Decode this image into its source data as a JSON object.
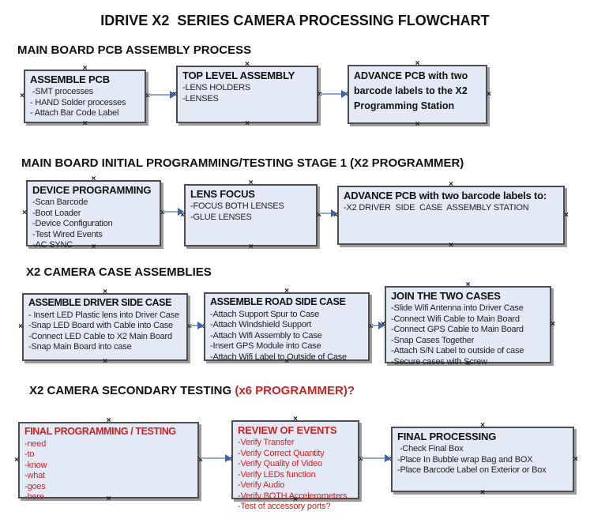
{
  "title": "IDRIVE X2  SERIES CAMERA PROCESSING FLOWCHART",
  "colors": {
    "box_fill": "#e3eaf5",
    "box_border": "#4d4d4d",
    "red": "#cc2326",
    "arrow_line": "#93a9cb",
    "arrow_head": "#3c63a8",
    "text": "#1a1a1a"
  },
  "icons": {
    "connector_handle": "×"
  },
  "sections": [
    {
      "heading": "MAIN BOARD PCB ASSEMBLY PROCESS",
      "heading_accent": "",
      "boxes": [
        {
          "title": "ASSEMBLE PCB",
          "items": [
            " -SMT processes",
            "- HAND Solder processes",
            "- Attach Bar Code Label"
          ]
        },
        {
          "title": "TOP LEVEL ASSEMBLY",
          "items": [
            "-LENS HOLDERS",
            "-LENSES"
          ]
        },
        {
          "title": "ADVANCE PCB with two barcode labels to the X2 Programming Station",
          "items": []
        }
      ]
    },
    {
      "heading": "MAIN BOARD INITIAL PROGRAMMING/TESTING STAGE 1 (X2 PROGRAMMER)",
      "heading_accent": "",
      "boxes": [
        {
          "title": "DEVICE PROGRAMMING",
          "items": [
            "-Scan Barcode",
            "-Boot Loader",
            "-Device Configuration",
            "-Test Wired Events",
            "-AC SYNC"
          ]
        },
        {
          "title": "LENS FOCUS",
          "items": [
            "-FOCUS BOTH LENSES",
            "-GLUE LENSES"
          ]
        },
        {
          "title": "ADVANCE PCB with two barcode labels to:",
          "items": [
            "-X2 DRIVER  SIDE  CASE  ASSEMBLY STATION"
          ]
        }
      ]
    },
    {
      "heading": "X2 CAMERA CASE ASSEMBLIES",
      "heading_accent": "",
      "boxes": [
        {
          "title": "ASSEMBLE DRIVER SIDE CASE",
          "items": [
            "- Insert LED Plastic lens into Driver Case",
            "-Snap LED Board with Cable into Case",
            "-Connect LED Cable to X2 Main Board",
            "-Snap Main Board into case"
          ]
        },
        {
          "title": "ASSEMBLE ROAD SIDE CASE",
          "items": [
            "-Attach Support Spur to Case",
            "-Attach Windshield Support",
            "-Attach Wifi Assembly to Case",
            "-Insert GPS Module into Case",
            "-Attach Wifi Label to Outside of Case"
          ]
        },
        {
          "title": "JOIN THE TWO CASES",
          "items": [
            "-Slide Wifi Antenna into Driver Case",
            "-Connect Wifi Cable to Main Board",
            "-Connect GPS Cable to Main Board",
            "-Snap Cases Together",
            "-Attach S/N Label to outside of case",
            "-Secure cases with Screw"
          ]
        }
      ]
    },
    {
      "heading": "X2 CAMERA SECONDARY TESTING",
      "heading_accent": " (x6 PROGRAMMER)?",
      "boxes": [
        {
          "title": "FINAL PROGRAMMING / TESTING",
          "items": [
            "-need",
            "-to",
            "-know",
            "-what",
            "-goes",
            "-here"
          ]
        },
        {
          "title": "REVIEW OF EVENTS",
          "items": [
            "-Verify Transfer",
            "-Verify Correct Quantity",
            "-Verify Quality of Video",
            "-Verify LEDs function",
            "-Verify Audio",
            "-Verify BOTH Accelerometers",
            "-Test of accessory ports?"
          ]
        },
        {
          "title": "FINAL PROCESSING",
          "items": [
            " -Check Final Box",
            "-Place In Bubble wrap Bag and BOX",
            "-Place Barcode Label on Exterior or Box"
          ]
        }
      ]
    }
  ]
}
